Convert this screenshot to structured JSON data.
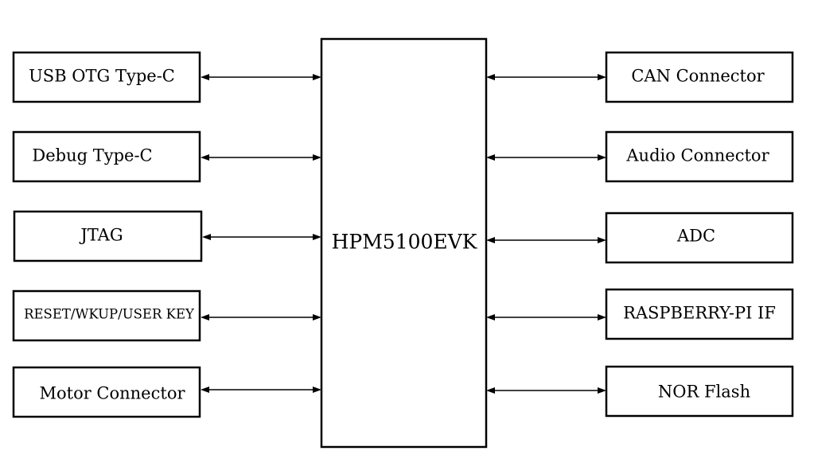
{
  "center": {
    "label": "HPM5100EVK"
  },
  "left_blocks": [
    {
      "label": "USB OTG Type-C"
    },
    {
      "label": "Debug Type-C"
    },
    {
      "label": "JTAG"
    },
    {
      "label": "RESET/WKUP/USER KEY"
    },
    {
      "label": "Motor Connector"
    }
  ],
  "right_blocks": [
    {
      "label": "CAN Connector"
    },
    {
      "label": "Audio Connector"
    },
    {
      "label": "ADC"
    },
    {
      "label": "RASPBERRY-PI IF"
    },
    {
      "label": "NOR Flash"
    }
  ],
  "connections": {
    "style": "bidirectional-arrow"
  }
}
